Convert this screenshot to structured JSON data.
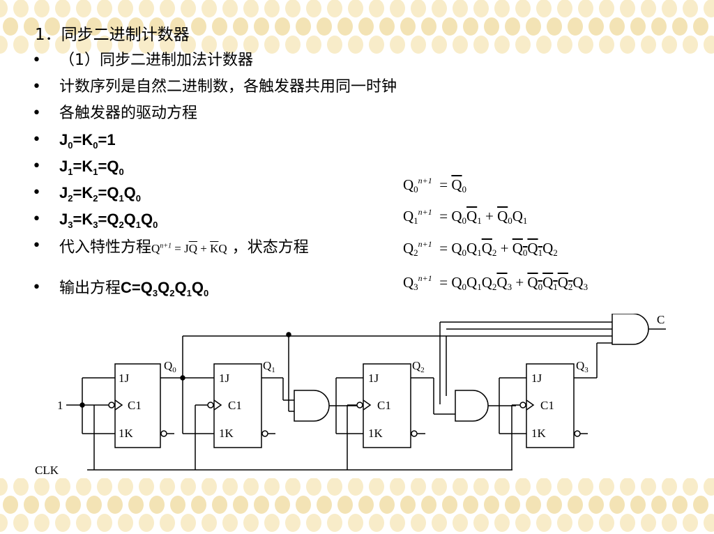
{
  "title": "1．同步二进制计数器",
  "bullets": [
    {
      "text": "（1）同步二进制加法计数器"
    },
    {
      "text": "计数序列是自然二进制数，各触发器共用同一时钟"
    },
    {
      "text": "各触发器的驱动方程"
    }
  ],
  "drive_equations": [
    {
      "j": "J",
      "js": "0",
      "eq1": "=K",
      "ks": "0",
      "rhs": "=1"
    },
    {
      "j": "J",
      "js": "1",
      "eq1": "=K",
      "ks": "1",
      "rhs": "=Q",
      "rs": "0"
    },
    {
      "j": "J",
      "js": "2",
      "eq1": "=K",
      "ks": "2",
      "rhs": "=Q",
      "rs": "1",
      "rhs2": "Q",
      "rs2": "0"
    },
    {
      "j": "J",
      "js": "3",
      "eq1": "=K",
      "ks": "3",
      "rhs": "=Q",
      "rs": "2",
      "rhs2": "Q",
      "rs2": "1",
      "rhs3": "Q",
      "rs3": "0"
    }
  ],
  "substitute": {
    "prefix": "代入特性方程",
    "suffix": "，状态方程",
    "formula_q": "Q",
    "formula_sup": "n+1",
    "formula_eq": "= J",
    "formula_qbar": "Q",
    "formula_plus": "+",
    "formula_kbar": "K",
    "formula_q2": "Q"
  },
  "output_eq": {
    "prefix": "输出方程",
    "main": "C=Q",
    "s3": "3",
    "q2": "Q",
    "s2": "2",
    "q1": "Q",
    "s1": "1",
    "q0": "Q",
    "s0": "0"
  },
  "state_equations": [
    {
      "lhs": "Q",
      "lhs_sub": "0",
      "sup": "n+1",
      "rhs": "= Q̄₀"
    },
    {
      "lhs": "Q",
      "lhs_sub": "1",
      "sup": "n+1",
      "rhs": "= Q₀Q̄₁ + Q̄₀Q₁"
    },
    {
      "lhs": "Q",
      "lhs_sub": "2",
      "sup": "n+1",
      "rhs": "= Q₀Q₁Q̄₂ + (Q₀Q₁)‾Q₂"
    },
    {
      "lhs": "Q",
      "lhs_sub": "3",
      "sup": "n+1",
      "rhs": "= Q₀Q₁Q₂Q̄₃ + (Q₀Q₁Q₂)‾Q₃"
    }
  ],
  "circuit": {
    "input_label": "1",
    "clk_label": "CLK",
    "out_label": "C",
    "ff_labels": {
      "j": "1J",
      "c": "C1",
      "k": "1K"
    },
    "q_labels": [
      "Q0",
      "Q1",
      "Q2",
      "Q3"
    ]
  }
}
